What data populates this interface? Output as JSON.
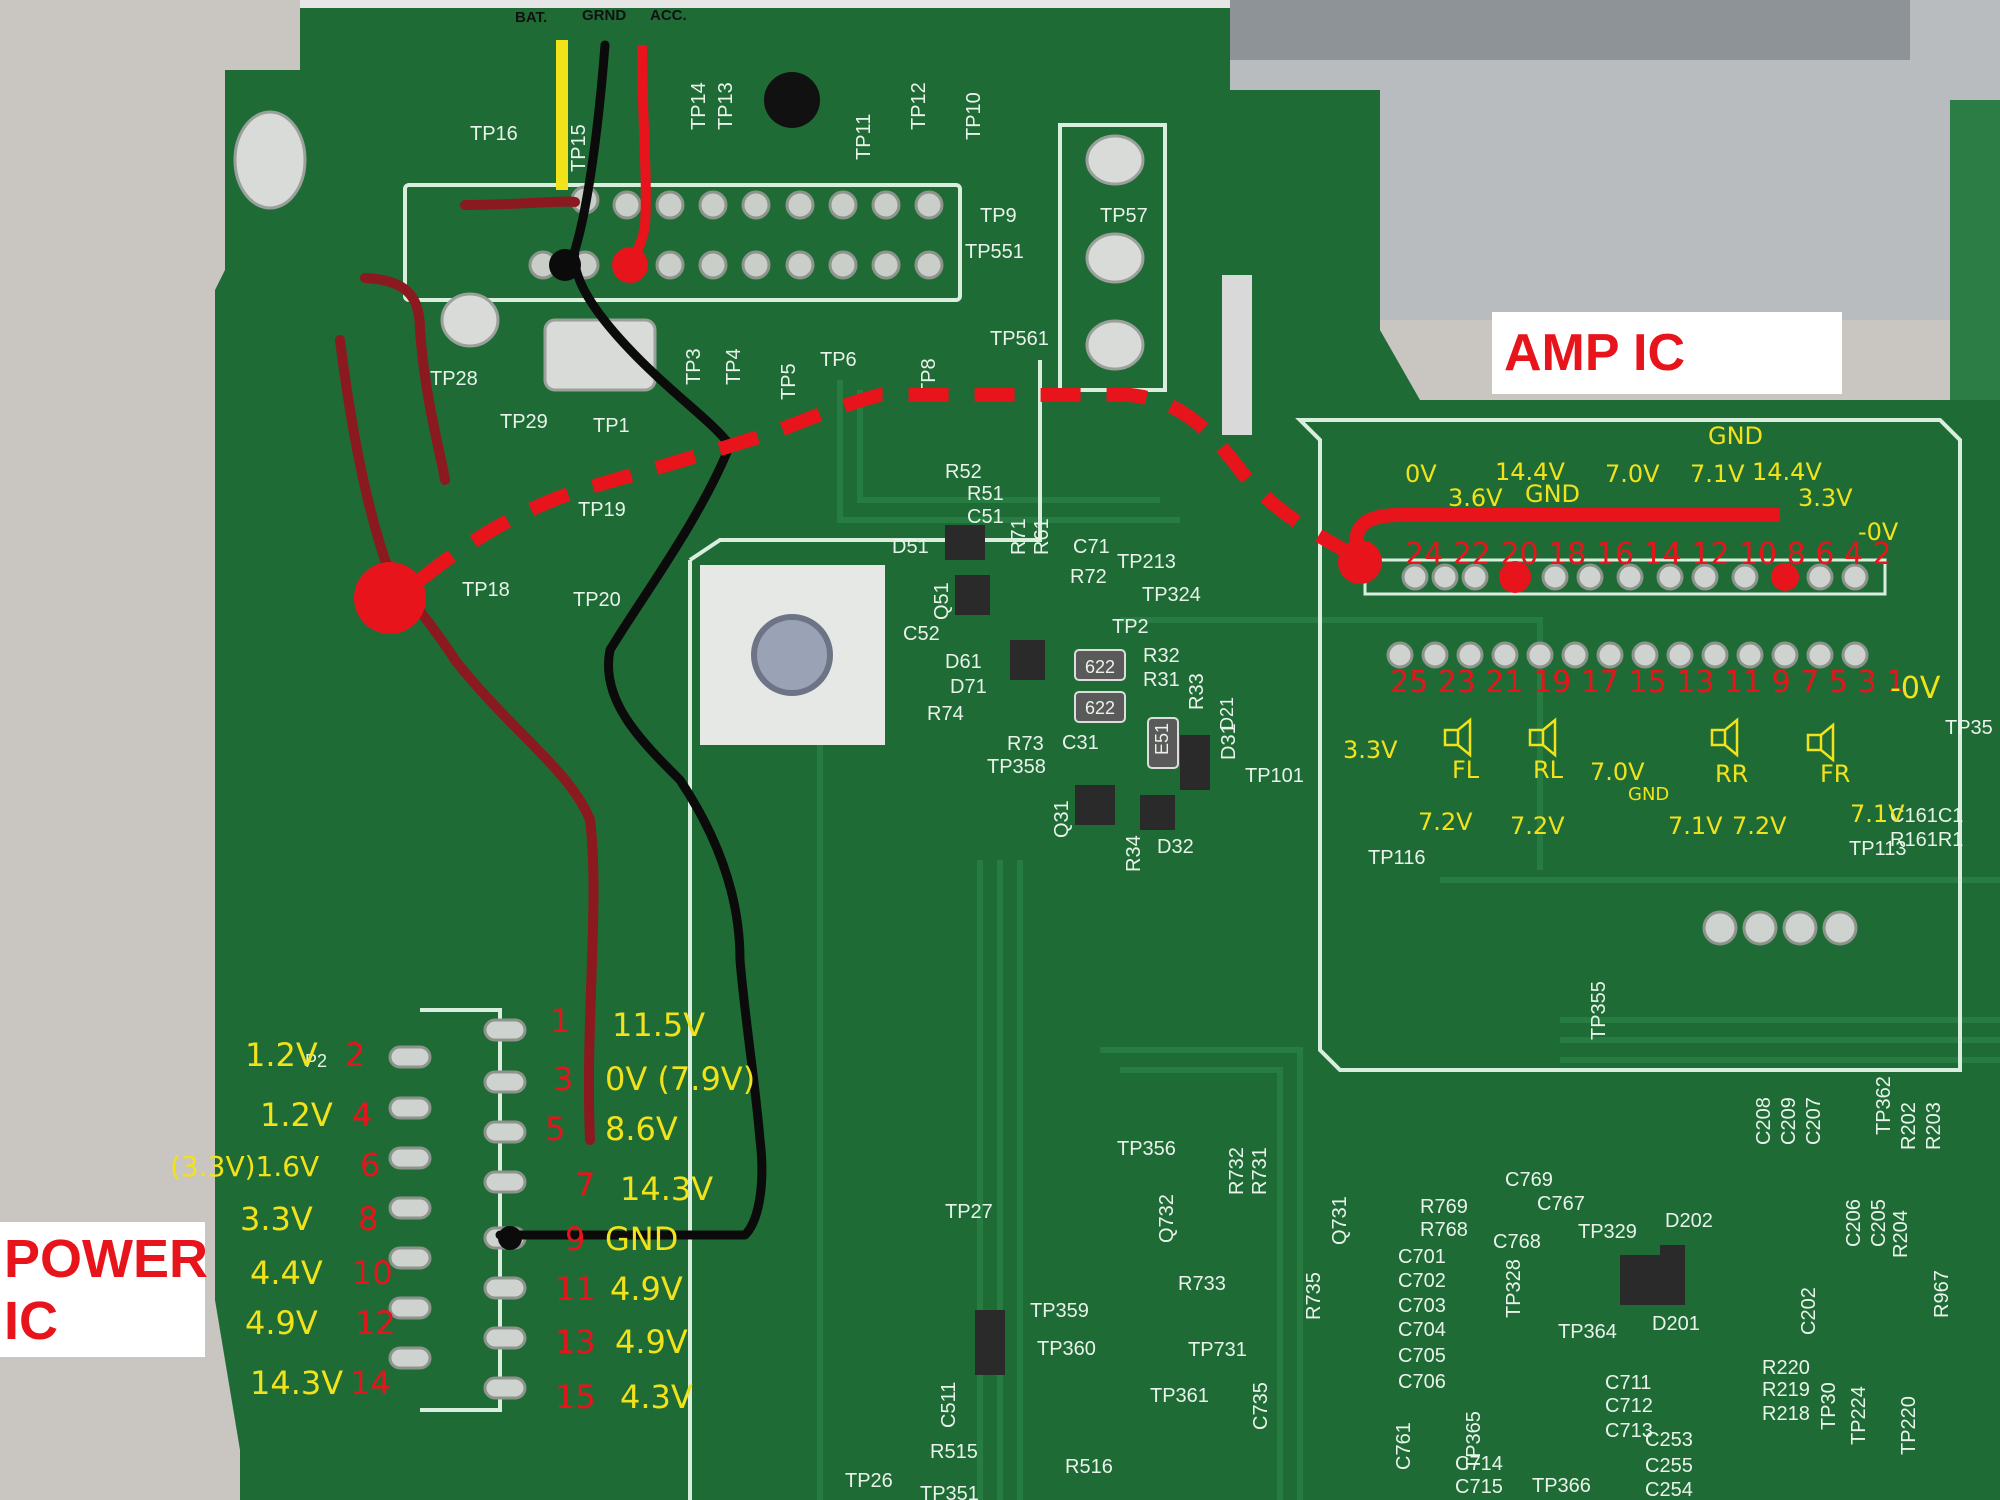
{
  "annotations": {
    "amp_ic_label": "AMP IC",
    "power_ic_label_line1": "POWER",
    "power_ic_label_line2": "IC",
    "wire_tags": [
      "BAT.",
      "GRND",
      "ACC."
    ]
  },
  "silkscreen": [
    "TP16",
    "TP15",
    "TP14",
    "TP13",
    "TP12",
    "TP11",
    "TP10",
    "TP9",
    "TP57",
    "TP551",
    "TP561",
    "TP28",
    "TP29",
    "TP1",
    "TP19",
    "TP3",
    "TP4",
    "TP5",
    "TP6",
    "TP8",
    "TP18",
    "TP20",
    "R52",
    "R51",
    "C51",
    "D51",
    "R71",
    "R61",
    "C71",
    "R72",
    "TP213",
    "TP324",
    "Q51",
    "TP2",
    "C52",
    "D61",
    "R32",
    "D71",
    "R31",
    "R33",
    "R74",
    "C31",
    "R73",
    "TP358",
    "D31",
    "TP101",
    "Q31",
    "D32",
    "R34",
    "TP116",
    "TP113",
    "TP35",
    "C161",
    "R161",
    "TP355",
    "TP356",
    "R732",
    "R731",
    "Q732",
    "Q731",
    "R733",
    "R735",
    "TP27",
    "TP359",
    "TP360",
    "TP361",
    "TP731",
    "C735",
    "C769",
    "R769",
    "C767",
    "R768",
    "C768",
    "TP329",
    "D202",
    "C701",
    "C702",
    "C703",
    "C704",
    "C705",
    "C706",
    "TP328",
    "D201",
    "TP364",
    "C711",
    "C712",
    "C713",
    "R220",
    "R219",
    "R218",
    "C202",
    "C206",
    "C205",
    "R204",
    "C208",
    "C209",
    "C207",
    "TP362",
    "R202",
    "R203",
    "R967",
    "C253",
    "C255",
    "C254",
    "C761",
    "TP365",
    "TP366",
    "C714",
    "C715",
    "R515",
    "R516",
    "C511",
    "TP26",
    "TP351",
    "TP224",
    "TP220",
    "TP30",
    "622",
    "E51",
    "D21",
    "622",
    "P2"
  ],
  "amp_ic": {
    "top_pin_numbers": "24 22 20 18 16 14 12 10 8 6 4 2",
    "bottom_pin_numbers": "25 23 21 19 17 15 13 11 9 7 5 3 1",
    "top_voltages": [
      "0V",
      "3.6V",
      "14.4V",
      "GND",
      "7.0V",
      "7.1V",
      "GND",
      "14.4V",
      "3.3V",
      "-0V"
    ],
    "bottom_voltages": [
      "-0V",
      "3.3V",
      "7.2V",
      "7.2V",
      "7.0V",
      "GND",
      "7.1V",
      "7.2V",
      "7.1V"
    ],
    "speaker_channels": [
      "FL",
      "RL",
      "RR",
      "FR"
    ]
  },
  "power_ic": {
    "left_pins": [
      {
        "voltage": "1.2V",
        "pin": "2"
      },
      {
        "voltage": "1.2V",
        "pin": "4"
      },
      {
        "voltage": "(3.3V)1.6V",
        "pin": "6"
      },
      {
        "voltage": "3.3V",
        "pin": "8"
      },
      {
        "voltage": "4.4V",
        "pin": "10"
      },
      {
        "voltage": "4.9V",
        "pin": "12"
      },
      {
        "voltage": "14.3V",
        "pin": "14"
      }
    ],
    "right_pins": [
      {
        "pin": "1",
        "voltage": "11.5V"
      },
      {
        "pin": "3",
        "voltage": "0V (7.9V)"
      },
      {
        "pin": "5",
        "voltage": "8.6V"
      },
      {
        "pin": "7",
        "voltage": "14.3V"
      },
      {
        "pin": "9",
        "voltage": "GND"
      },
      {
        "pin": "11",
        "voltage": "4.9V"
      },
      {
        "pin": "13",
        "voltage": "4.9V"
      },
      {
        "pin": "15",
        "voltage": "4.3V"
      }
    ]
  },
  "colors": {
    "board": "#1f6b36",
    "annotation_red": "#e8141b",
    "annotation_yellow": "#f2e21a",
    "wire_dark_red": "#8a1a1f",
    "wire_black": "#0b0b0b"
  }
}
